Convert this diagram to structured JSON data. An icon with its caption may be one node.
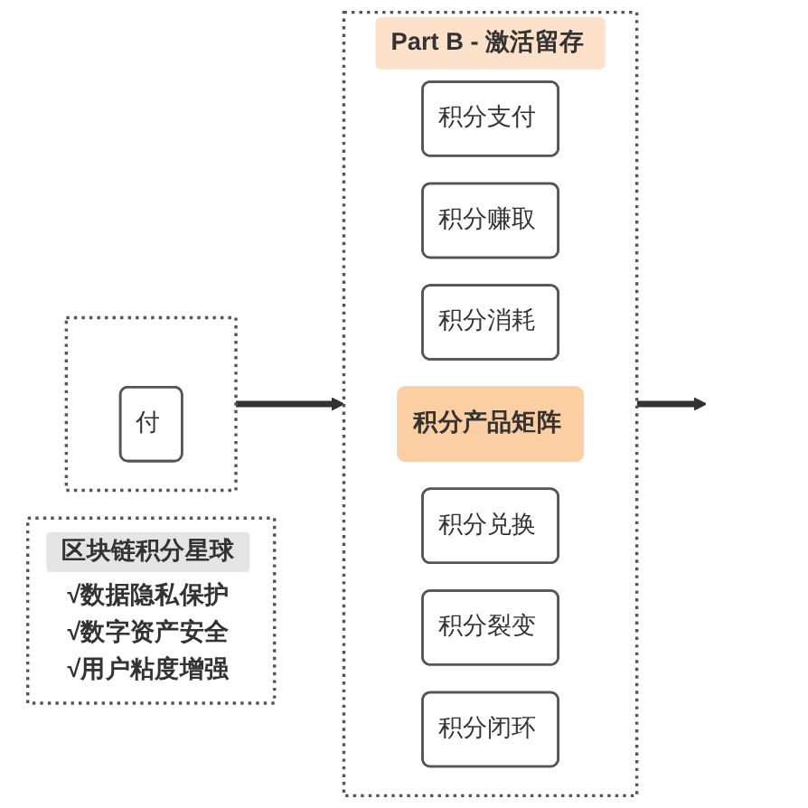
{
  "diagram": {
    "nodes": [
      {
        "text": [],
        "shape": "box"
      },
      {
        "text": [
          "付"
        ],
        "in": 0
      },
      {
        "text": [
          "Part B - 激活留存"
        ]
      },
      {
        "text": [
          "积分支付"
        ],
        "in": 2
      },
      {
        "text": [
          "积分赚取"
        ],
        "in": 2
      },
      {
        "text": [
          "积分消耗"
        ],
        "in": 2
      },
      {
        "text": [
          "积分产品矩阵"
        ],
        "in": 2
      },
      {
        "text": [
          "积分兑换"
        ],
        "in": 2
      },
      {
        "text": [
          "积分裂变"
        ],
        "in": 2
      },
      {
        "text": [
          "积分闭环"
        ],
        "in": 2
      },
      {
        "text": [
          "区块链积分星球",
          "√数据隐私保护",
          "√数字资产安全",
          "√用户粘度增强"
        ]
      }
    ],
    "edges": [
      {
        "from": 0,
        "to": 2,
        "arrow": "to"
      },
      {
        "from": 2,
        "to": null,
        "arrow": "to"
      }
    ]
  }
}
